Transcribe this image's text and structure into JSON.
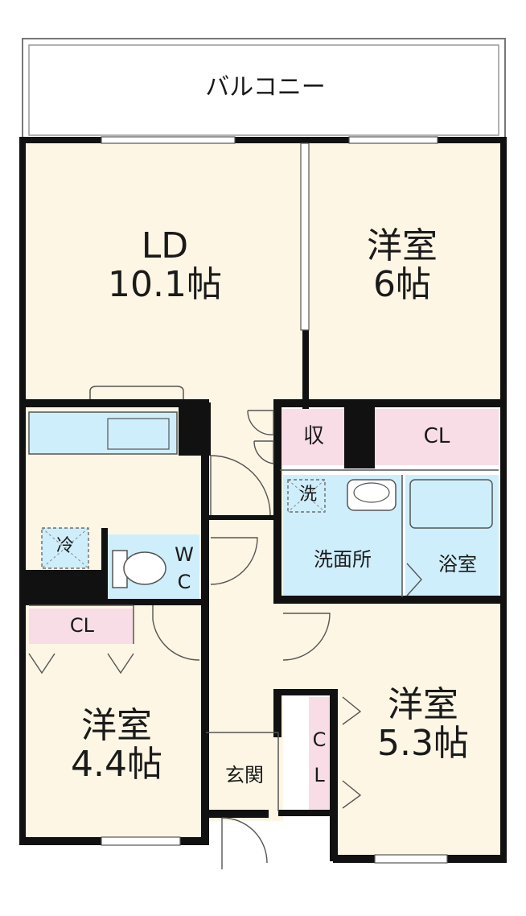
{
  "balcony": "バルコニー",
  "ld": {
    "line1": "LD",
    "line2": "10.1帖"
  },
  "west_room_north": {
    "line1": "洋室",
    "line2": "6帖"
  },
  "west_room_sw": {
    "line1": "洋室",
    "line2": "4.4帖"
  },
  "west_room_se": {
    "line1": "洋室",
    "line2": "5.3帖"
  },
  "storage": "収",
  "closet_ne": "CL",
  "closet_sw": "CL",
  "closet_se": {
    "c": "C",
    "l": "L"
  },
  "washer": "洗",
  "washroom": "洗面所",
  "bathroom": "浴室",
  "fridge": "冷",
  "wc": {
    "w": "W",
    "c": "C"
  },
  "entrance": "玄関",
  "colors": {
    "wall": "#111111",
    "floor_main": "#fdf6e4",
    "floor_wet": "#cfeefb",
    "closet": "#f9dde6",
    "line": "#555555"
  }
}
